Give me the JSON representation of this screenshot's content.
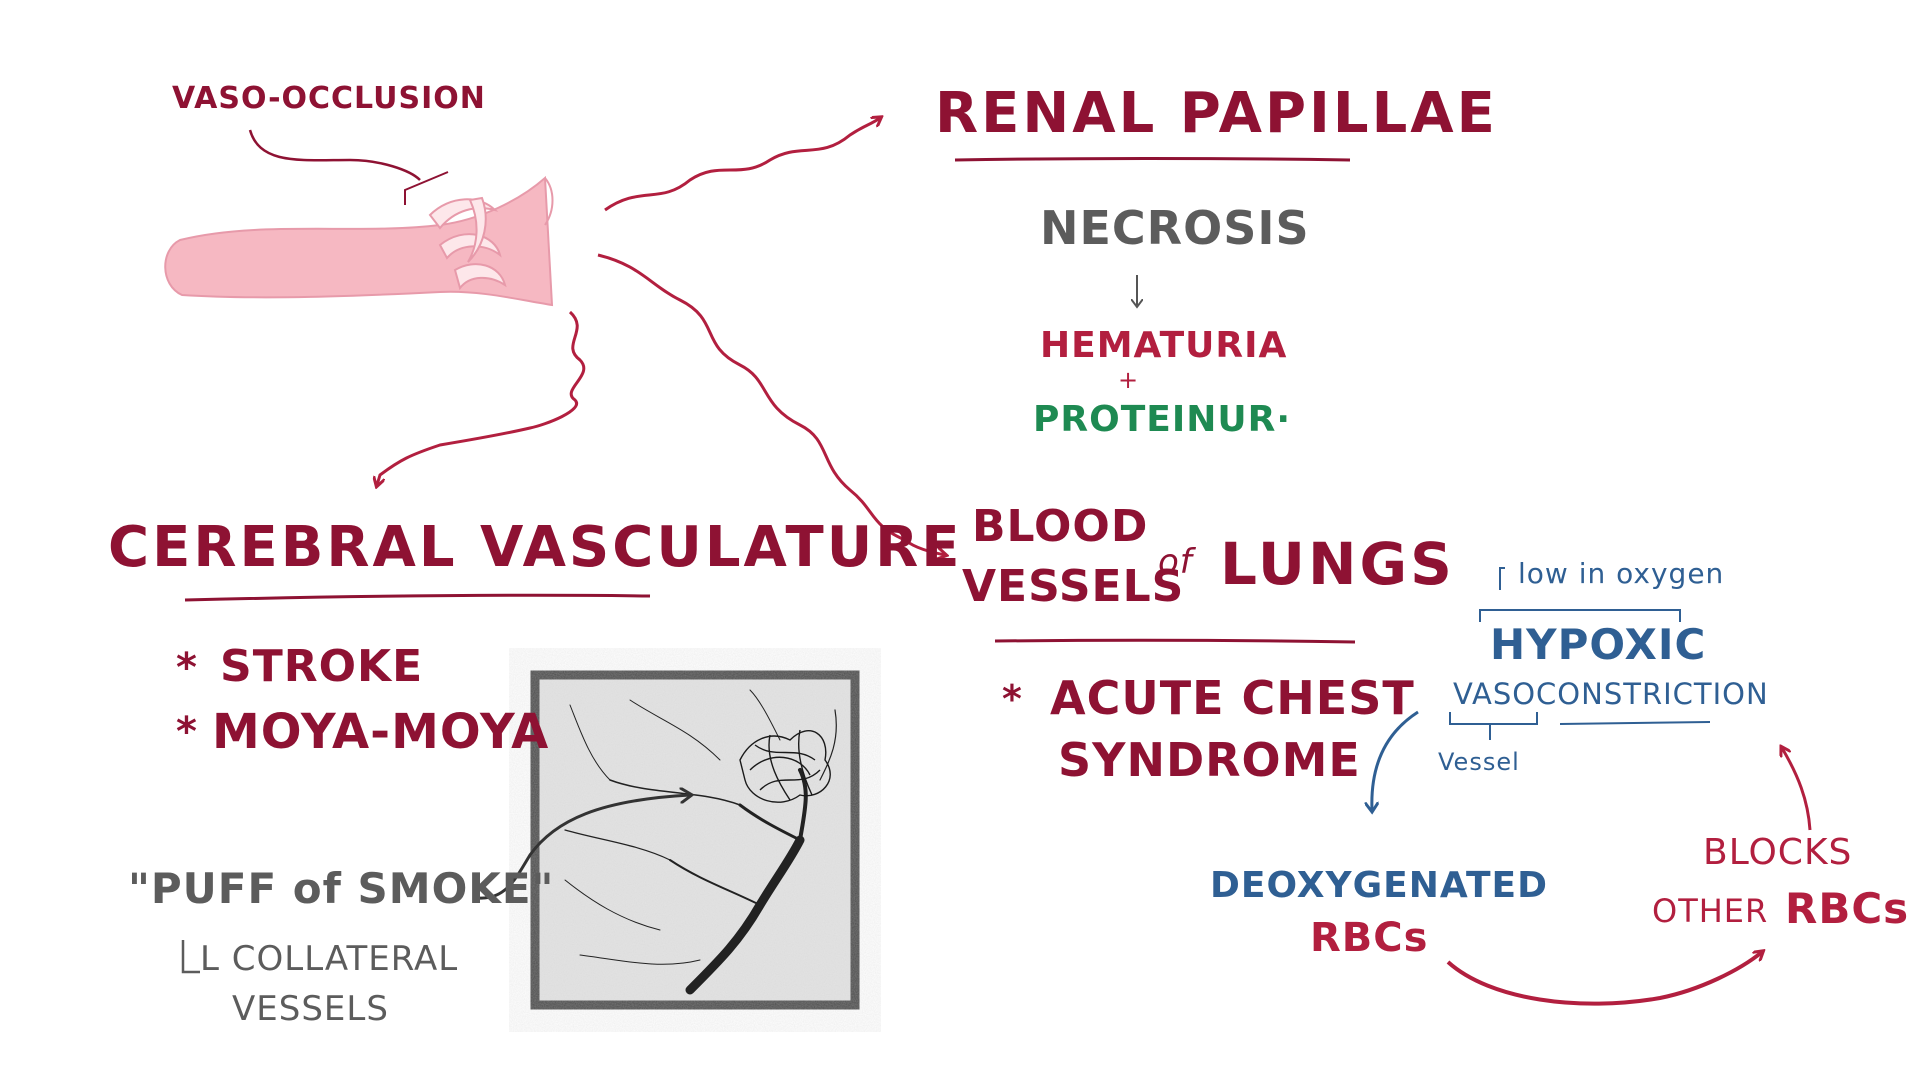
{
  "colors": {
    "crimson": "#8e1233",
    "red": "#b21f3f",
    "gray": "#5c5c5c",
    "green": "#1e8a52",
    "blue": "#2f5f93",
    "vessel_pink": "#f6b8c2"
  },
  "labels": {
    "vaso_occlusion": "VASO-OCCLUSION",
    "renal_papillae": "RENAL PAPILLAE",
    "necrosis": "NECROSIS",
    "hematuria": "HEMATURIA",
    "plus": "+",
    "proteinuria": "PROTEINUR·",
    "cerebral_vasculature": "CEREBRAL VASCULATURE",
    "stroke_bullet": "*",
    "stroke": "STROKE",
    "moyamoya_bullet": "*",
    "moyamoya": "MOYA-MOYA",
    "puff_of_smoke": "\"PUFF of SMOKE\"",
    "collateral_line1": "L COLLATERAL",
    "collateral_line2": "VESSELS",
    "blood": "BLOOD",
    "vessels": "VESSELS",
    "of": "of",
    "lungs": "LUNGS",
    "acs_bullet": "*",
    "acute_chest": "ACUTE CHEST",
    "syndrome": "SYNDROME",
    "low_in_oxygen": "low in oxygen",
    "hypoxic": "HYPOXIC",
    "vasoconstriction": "VASOCONSTRICTION",
    "vessel": "Vessel",
    "deoxygenated": "DEOXYGENATED",
    "rbcs_left": "RBCs",
    "blocks": "BLOCKS",
    "other_rbcs_prefix": "OTHER",
    "other_rbcs": "RBCs"
  }
}
